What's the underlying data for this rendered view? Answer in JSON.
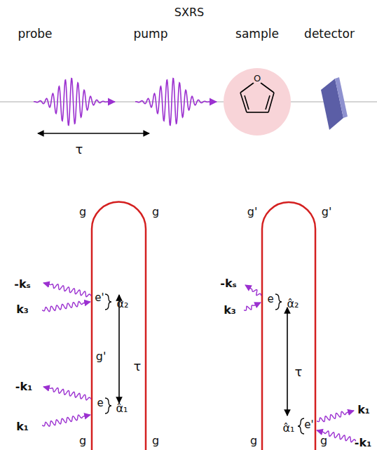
{
  "diagram": {
    "title": "SXRS",
    "labels": [
      "probe",
      "pump",
      "sample",
      "detector",
      "O",
      "τ",
      "g",
      "g",
      "-kₛ",
      "e'",
      "α̂₂",
      "k₃",
      "g'",
      "τ",
      "-k₁",
      "e",
      "α̂₁",
      "k₁",
      "g",
      "g",
      "g'",
      "g'",
      "-kₛ",
      "e",
      "α̂₂",
      "k₃",
      "τ",
      "α̂₁",
      "e'",
      "k₁",
      "-k₁",
      "g",
      "g"
    ]
  }
}
